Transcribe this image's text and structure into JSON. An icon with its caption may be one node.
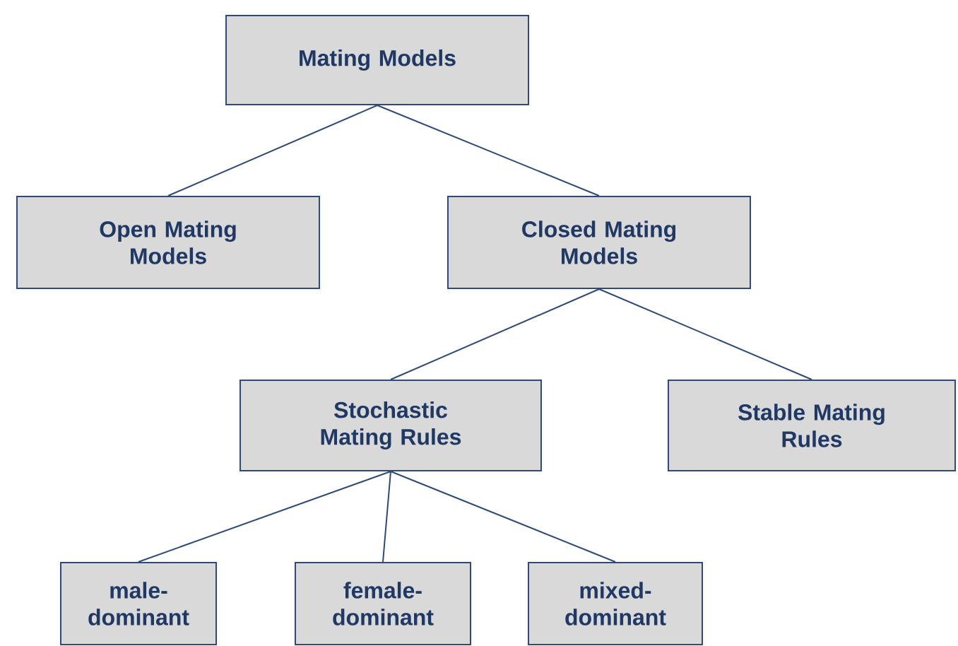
{
  "diagram": {
    "nodes": [
      {
        "text": [
          "Mating Models"
        ]
      },
      {
        "text": [
          "Open Mating Models"
        ]
      },
      {
        "text": [
          "Closed Mating Models"
        ]
      },
      {
        "text": [
          "Stochastic Mating Rules"
        ]
      },
      {
        "text": [
          "Stable Mating Rules"
        ]
      },
      {
        "text": [
          "male- dominant"
        ]
      },
      {
        "text": [
          "female- dominant"
        ]
      },
      {
        "text": [
          "mixed- dominant"
        ]
      }
    ],
    "edges": [
      {
        "from": 0,
        "to": 1,
        "arrow": "none"
      },
      {
        "from": 0,
        "to": 2,
        "arrow": "none"
      },
      {
        "from": 2,
        "to": 3,
        "arrow": "none"
      },
      {
        "from": 2,
        "to": 4,
        "arrow": "none"
      },
      {
        "from": 3,
        "to": 5,
        "arrow": "none"
      },
      {
        "from": 3,
        "to": 6,
        "arrow": "none"
      },
      {
        "from": 3,
        "to": 7,
        "arrow": "none"
      }
    ]
  }
}
